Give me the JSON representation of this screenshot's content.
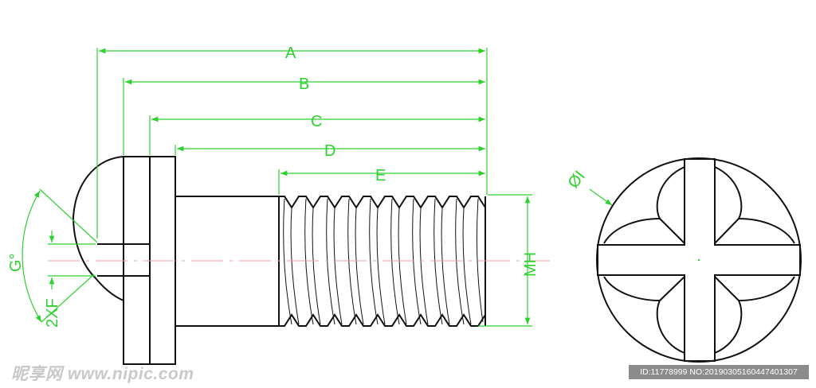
{
  "dimensions": {
    "a": "A",
    "b": "B",
    "c": "C",
    "d": "D",
    "e": "E",
    "g": "G°",
    "f": "2XF",
    "h": "MH",
    "i": "ØI"
  },
  "watermark": {
    "site": "昵享网 www.nipic.com",
    "id": "ID:11778999 NO:20190305160447401307"
  },
  "colors": {
    "outline": "#111111",
    "dimension": "#2fd12f",
    "centerline": "#e8a0a0"
  }
}
